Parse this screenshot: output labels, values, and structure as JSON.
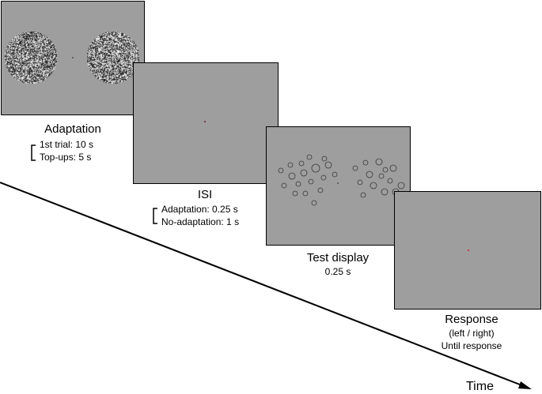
{
  "colors": {
    "panel_gray": "#9e9e9e",
    "fixation_adaptation": "#555555",
    "fixation_isi": "#6b1f2b",
    "fixation_test": "#555555",
    "fixation_response": "#d02020",
    "stim_line": "#3a3a3a"
  },
  "stages": {
    "adaptation": {
      "title": "Adaptation",
      "timing": [
        "1st trial: 10 s",
        "Top-ups: 5 s"
      ]
    },
    "isi": {
      "title": "ISI",
      "timing": [
        "Adaptation: 0.25 s",
        "No-adaptation: 1 s"
      ]
    },
    "test": {
      "title": "Test display",
      "duration": "0.25 s"
    },
    "response": {
      "title": "Response",
      "detail": "(left / right)",
      "duration": "Until response"
    }
  },
  "axis": {
    "label": "Time"
  }
}
